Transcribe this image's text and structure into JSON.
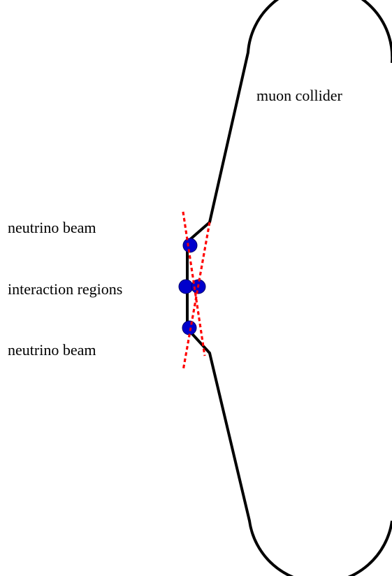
{
  "labels": {
    "collider": "muon collider",
    "beam_top": "neutrino beam",
    "interaction": "interaction regions",
    "beam_bottom": "neutrino beam"
  },
  "colors": {
    "ring": "#000000",
    "beam_line": "#ff0000",
    "interaction_fill": "#0000cc",
    "interaction_outline": "#000066"
  }
}
